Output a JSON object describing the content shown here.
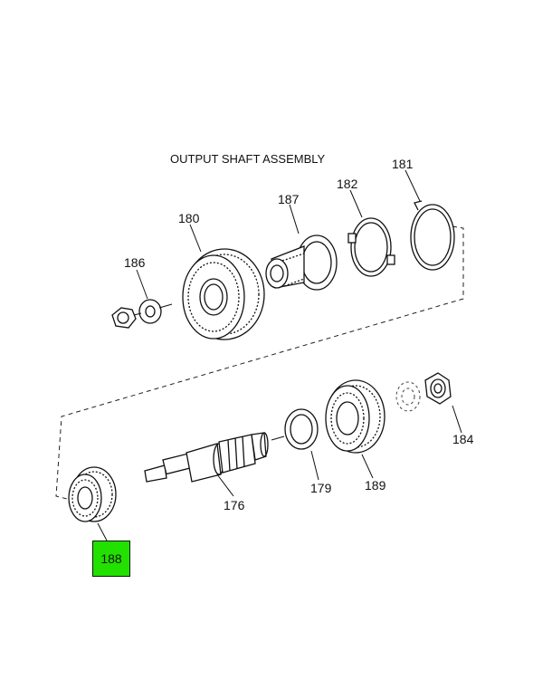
{
  "title": "OUTPUT SHAFT ASSEMBLY",
  "callouts": {
    "p181": "181",
    "p182": "182",
    "p187": "187",
    "p180": "180",
    "p186": "186",
    "p184": "184",
    "p179": "179",
    "p189": "189",
    "p176": "176",
    "p188": "188"
  },
  "highlight": {
    "part": "188",
    "color": "#22e000"
  }
}
